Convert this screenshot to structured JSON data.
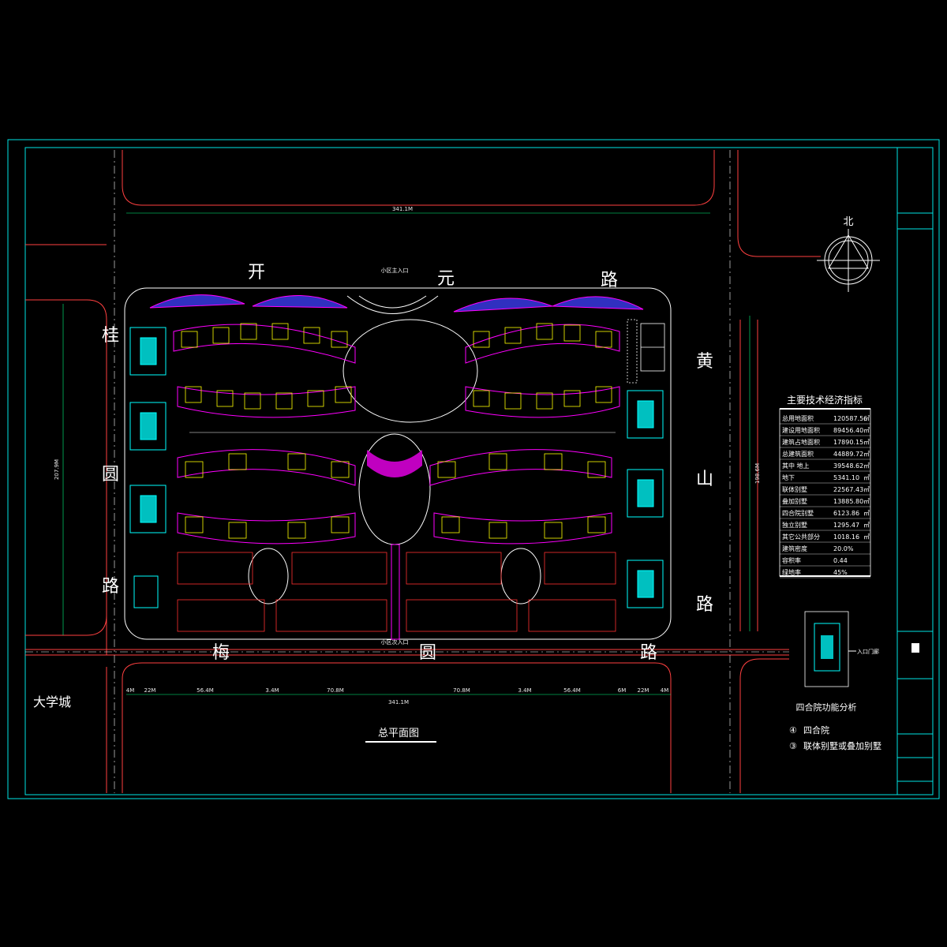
{
  "roads": {
    "north": [
      "开",
      "元",
      "路"
    ],
    "west": [
      "桂",
      "圆",
      "路"
    ],
    "east": [
      "黄",
      "山",
      "路"
    ],
    "south": [
      "梅",
      "圆",
      "路"
    ]
  },
  "university_label": "大学城",
  "drawing_title": "总平面图",
  "north_label": "北",
  "entrances": {
    "north_main": "小区主入口",
    "south_main": "小区次入口"
  },
  "tech_table": {
    "title": "主要技术经济指标",
    "rows": [
      {
        "label": "总用地面积",
        "value": "120587.56",
        "unit": "㎡"
      },
      {
        "label": "建设用地面积",
        "value": "89456.40",
        "unit": "㎡"
      },
      {
        "label": "建筑占地面积",
        "value": "17890.15",
        "unit": "㎡"
      },
      {
        "label": "总建筑面积",
        "value": "44889.72",
        "unit": "㎡"
      },
      {
        "label": "其中 地上",
        "value": "39548.62",
        "unit": "㎡"
      },
      {
        "label": "地下",
        "value": "5341.10",
        "unit": "㎡"
      },
      {
        "label": "联体别墅",
        "value": "22567.43",
        "unit": "㎡"
      },
      {
        "label": "叠加别墅",
        "value": "13885.80",
        "unit": "㎡"
      },
      {
        "label": "四合院别墅",
        "value": "6123.86",
        "unit": "㎡"
      },
      {
        "label": "独立别墅",
        "value": "1295.47",
        "unit": "㎡"
      },
      {
        "label": "其它公共部分",
        "value": "1018.16",
        "unit": "㎡"
      },
      {
        "label": "建筑密度",
        "value": "20.0%",
        "unit": ""
      },
      {
        "label": "容积率",
        "value": "0.44",
        "unit": ""
      },
      {
        "label": "绿地率",
        "value": "45%",
        "unit": ""
      }
    ]
  },
  "courtyard_analysis": {
    "title": "四合院功能分析",
    "entry_label": "入口门廊"
  },
  "legend": [
    {
      "symbol": "④",
      "text": "四合院"
    },
    {
      "symbol": "③",
      "text": "联体别墅或叠加别墅"
    }
  ],
  "dimensions": {
    "top_total": "341.1M",
    "bottom_total": "341.1M",
    "left_total": "207.9M",
    "right_total": "198.6M",
    "bottom_segments": [
      "4M",
      "22M",
      "56.4M",
      "3.4M",
      "70.8M",
      "70.8M",
      "3.4M",
      "56.4M",
      "6M",
      "22M",
      "4M"
    ]
  },
  "colors": {
    "frame": "#00e5e5",
    "road": "#ff4040",
    "villa": "#ff00ff",
    "courtyard": "#00ffff",
    "building": "#ffff00"
  }
}
